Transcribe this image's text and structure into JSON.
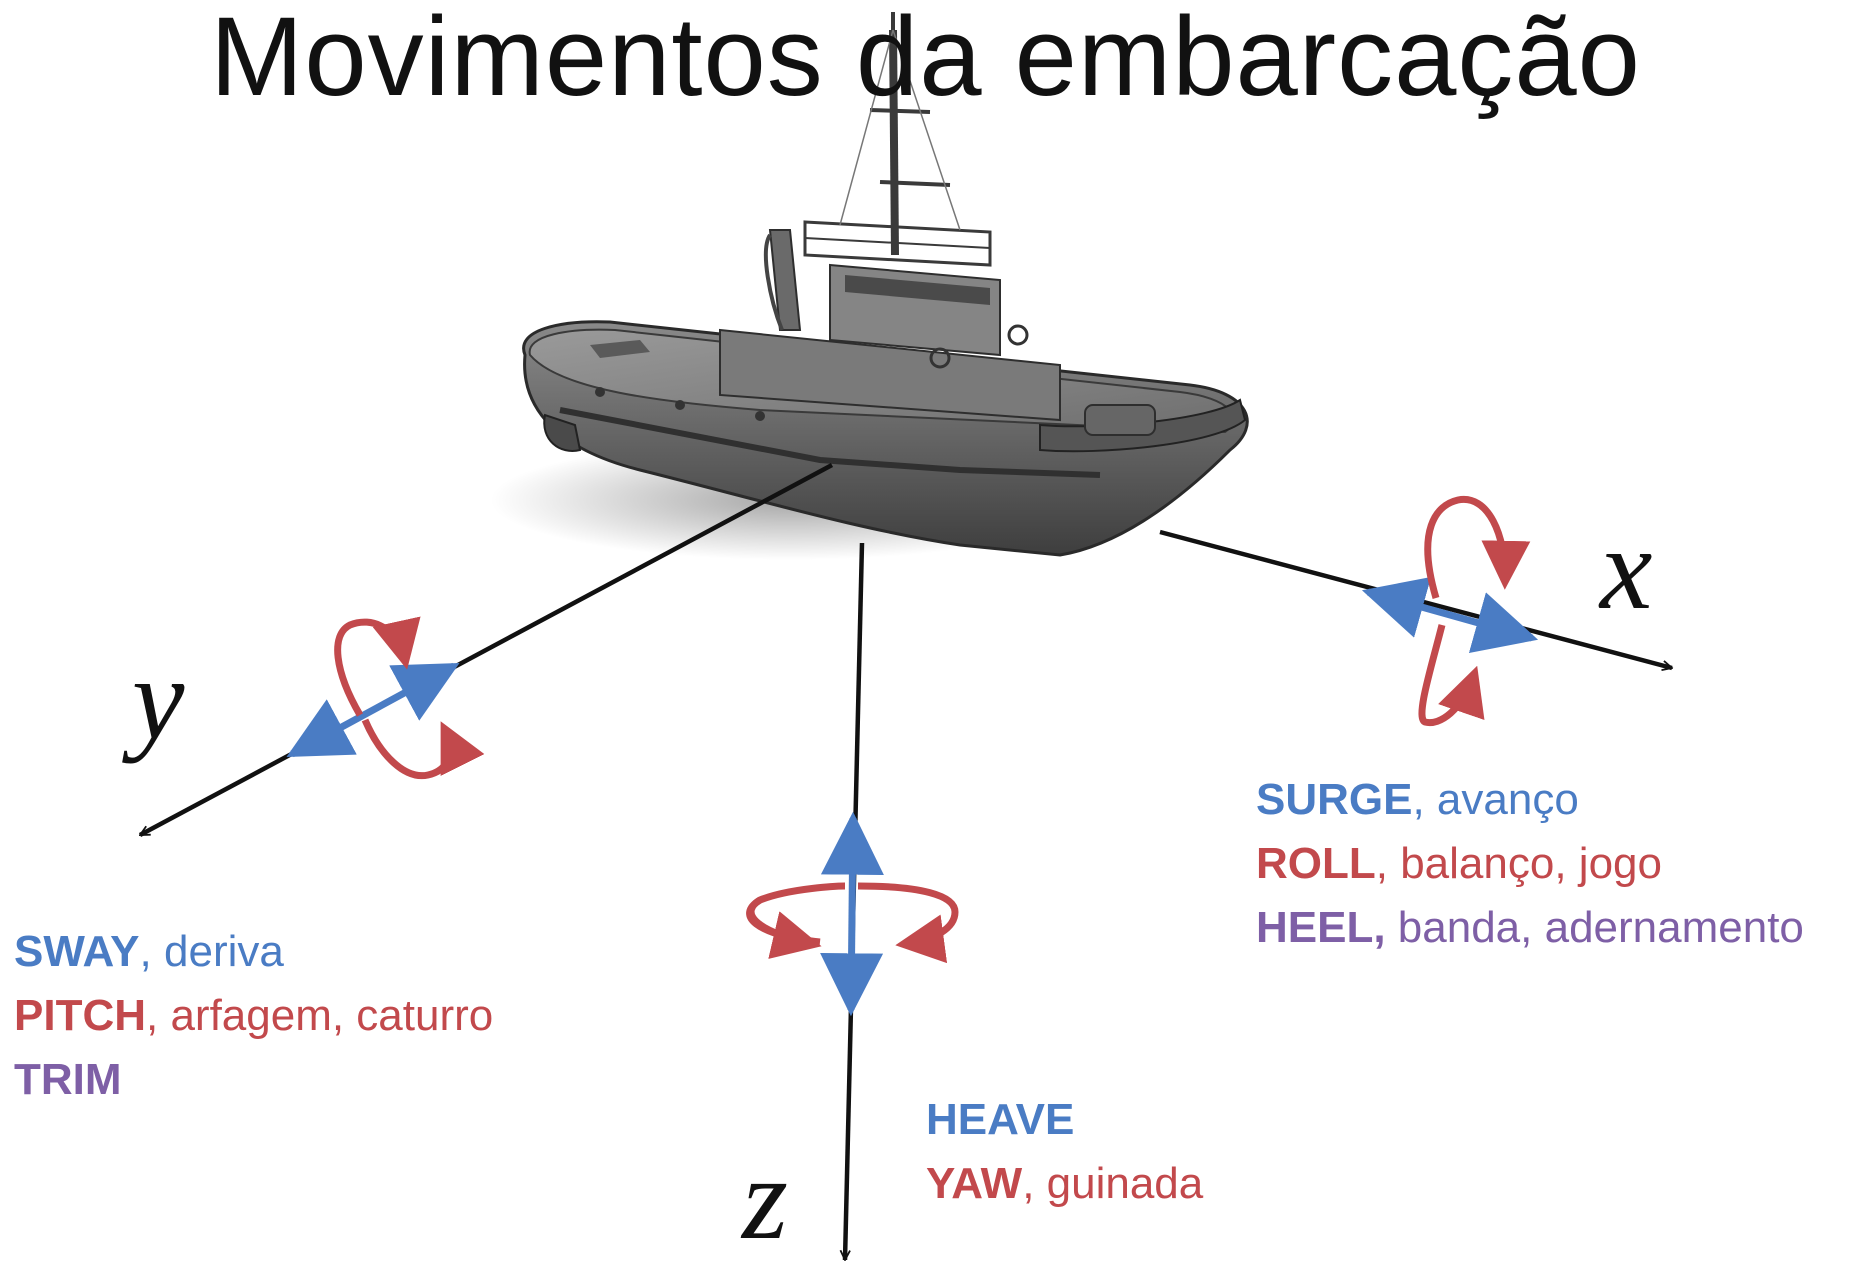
{
  "title": "Movimentos da embarcação",
  "colors": {
    "translation": "#4a7cc4",
    "rotation": "#c2494c",
    "inclination": "#7e5fa6",
    "axis": "#111111"
  },
  "axes": {
    "x": "x",
    "y": "y",
    "z": "z"
  },
  "labels": {
    "x_axis": [
      {
        "term": "SURGE",
        "rest": ", avanço",
        "color": "blue"
      },
      {
        "term": "ROLL",
        "rest": ", balanço, jogo",
        "color": "red"
      },
      {
        "term": "HEEL,",
        "rest": " banda, adernamento",
        "color": "purple"
      }
    ],
    "y_axis": [
      {
        "term": "SWAY",
        "rest": ", deriva",
        "color": "blue"
      },
      {
        "term": "PITCH",
        "rest": ", arfagem, caturro",
        "color": "red"
      },
      {
        "term": "TRIM",
        "rest": "",
        "color": "purple"
      }
    ],
    "z_axis": [
      {
        "term": "HEAVE",
        "rest": "",
        "color": "blue"
      },
      {
        "term": "YAW",
        "rest": ", guinada",
        "color": "red"
      }
    ]
  }
}
